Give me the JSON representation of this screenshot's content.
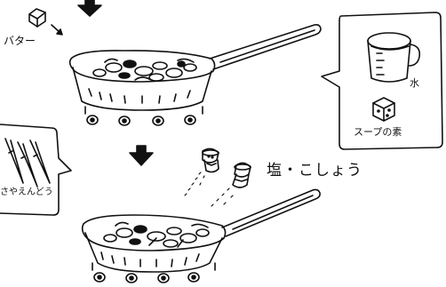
{
  "labels": {
    "butter": "バター",
    "water": "水",
    "stock": "スープの素",
    "salt_pepper": "塩・こしょう",
    "snow_peas": "さやえんどう"
  },
  "colors": {
    "ink": "#111111",
    "paper": "#ffffff"
  },
  "icons": [
    "down-arrow-icon",
    "butter-icon",
    "frying-pan-icon",
    "stove-burner-icon",
    "measuring-cup-icon",
    "stock-cube-icon",
    "salt-shaker-icon",
    "pepper-shaker-icon",
    "snow-pea-icon"
  ]
}
